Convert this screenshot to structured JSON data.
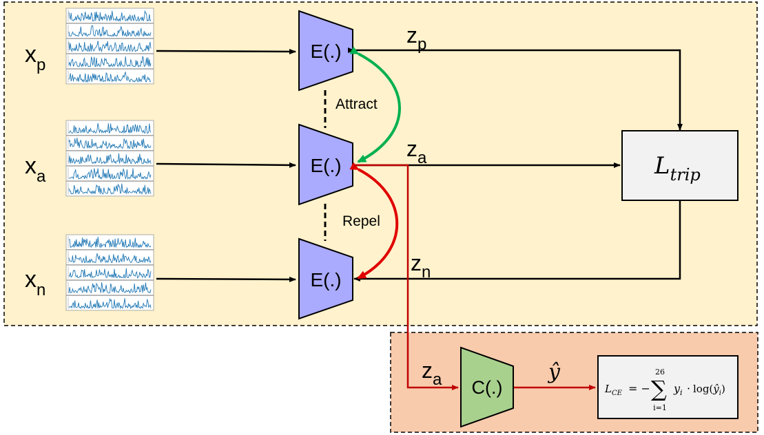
{
  "inputs": {
    "positive": {
      "var": "x",
      "sub": "p"
    },
    "anchor": {
      "var": "x",
      "sub": "a"
    },
    "negative": {
      "var": "x",
      "sub": "n"
    }
  },
  "encoder_label": "E(.)",
  "classifier_label": "C(.)",
  "embeddings": {
    "positive": {
      "var": "z",
      "sub": "p"
    },
    "anchor": {
      "var": "z",
      "sub": "a"
    },
    "negative": {
      "var": "z",
      "sub": "n"
    },
    "classifier_input": {
      "var": "z",
      "sub": "a"
    }
  },
  "relations": {
    "attract": "Attract",
    "repel": "Repel"
  },
  "triplet_loss": {
    "symbol": "L",
    "sub": "trip"
  },
  "prediction": "ŷ",
  "ce_loss": {
    "lhs": "L",
    "lhs_sub": "CE",
    "eq": "= −",
    "sum_upper": "26",
    "sum_lower": "i=1",
    "term_var": "y",
    "term_sub": "i",
    "dot": "·",
    "log": "log(",
    "yhat": "ŷ",
    "yhat_sub": "i",
    "close": ")"
  },
  "colors": {
    "top_panel_bg": "#fff2cc",
    "bottom_panel_bg": "#f8cbad",
    "encoder_fill": "#aaaaff",
    "classifier_fill": "#a9d18e",
    "attract_arrow": "#00b050",
    "repel_arrow": "#e00000",
    "classifier_path": "#c00000",
    "signal_color": "#1f77b4"
  }
}
